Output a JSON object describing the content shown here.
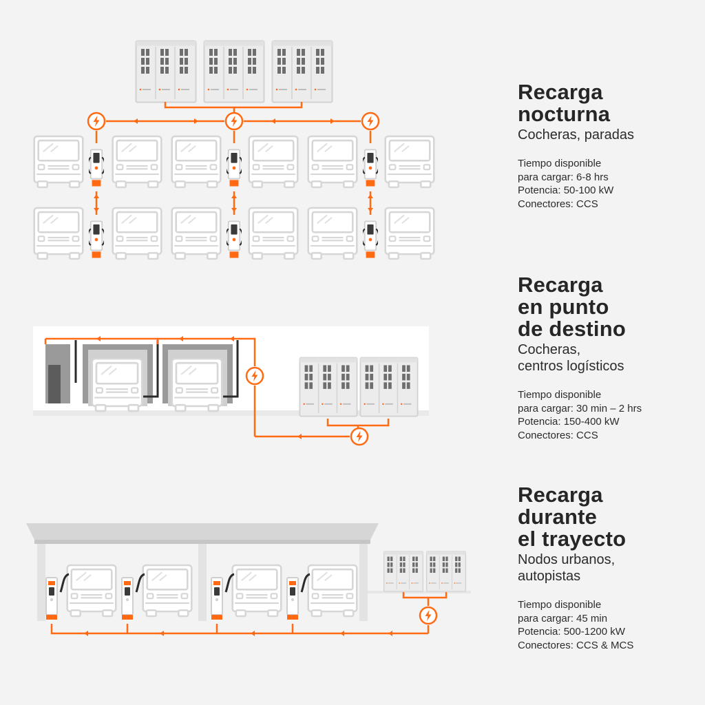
{
  "colors": {
    "accent": "#ff6a13",
    "truck_stroke": "#d6d6d6",
    "truck_fill": "#ffffff",
    "cabinet_fill": "#ececec",
    "cabinet_slot": "#6e6e6e",
    "cable_dark": "#2a2a2a",
    "dock_gray": "#8f8f8f",
    "background": "#f3f3f3"
  },
  "icons": {
    "power_node": "lightning-bolt-icon",
    "charger": "ev-charger-icon",
    "truck": "truck-front-icon",
    "cabinet": "power-cabinet-icon"
  },
  "sections": [
    {
      "title_lines": [
        "Recarga",
        "nocturna"
      ],
      "subtitle_lines": [
        "Cocheras, paradas"
      ],
      "specs": [
        "Tiempo disponible",
        "para cargar: 6-8 hrs",
        "Potencia: 50-100 kW",
        "Conectores: CCS"
      ]
    },
    {
      "title_lines": [
        "Recarga",
        "en punto",
        "de destino"
      ],
      "subtitle_lines": [
        "Cocheras,",
        "centros logísticos"
      ],
      "specs": [
        "Tiempo disponible",
        "para cargar: 30 min – 2 hrs",
        "Potencia: 150-400 kW",
        "Conectores: CCS"
      ]
    },
    {
      "title_lines": [
        "Recarga",
        "durante",
        "el trayecto"
      ],
      "subtitle_lines": [
        "Nodos urbanos,",
        "autopistas"
      ],
      "specs": [
        "Tiempo disponible",
        "para cargar: 45 min",
        "Potencia: 500-1200 kW",
        "Conectores: CCS & MCS"
      ]
    }
  ]
}
